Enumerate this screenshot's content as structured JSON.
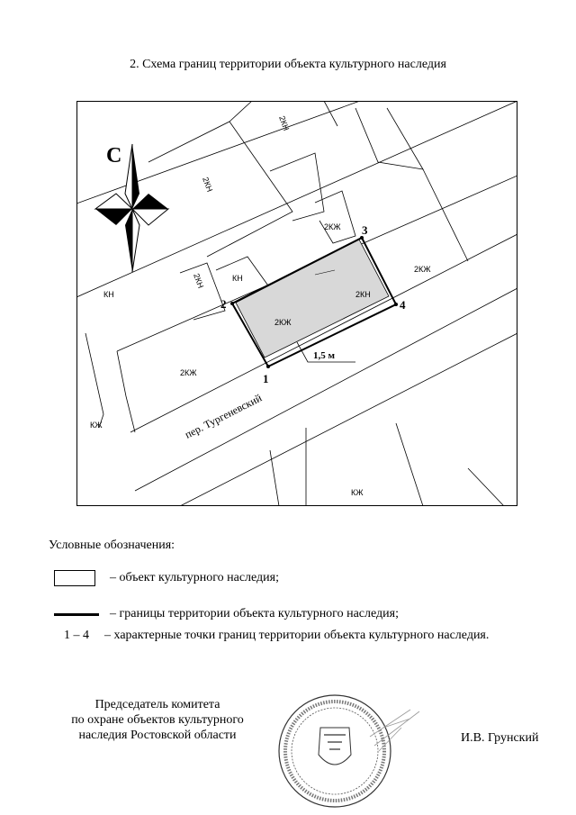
{
  "document": {
    "title": "2. Схема границ территории объекта культурного наследия"
  },
  "map": {
    "north_label": "С",
    "street_label": "пер. Тургеневский",
    "scale_label": "1,5 м",
    "points": [
      "1",
      "2",
      "3",
      "4"
    ],
    "building_labels": [
      "2КН",
      "2КН",
      "2КЖ",
      "2КЖ",
      "2КЖ",
      "2КЖ",
      "2КН",
      "2КН",
      "КН",
      "КН",
      "КЖ",
      "КЖ"
    ],
    "object_fill": "#d8d8d8"
  },
  "legend": {
    "title": "Условные обозначения:",
    "items": [
      {
        "symbol": "box",
        "text": "– объект культурного наследия;"
      },
      {
        "symbol": "line",
        "text": "– границы территории объекта культурного наследия;"
      },
      {
        "symbol": "1 – 4",
        "text": "– характерные точки границ территории объекта культурного наследия."
      }
    ]
  },
  "signature": {
    "position_line1": "Председатель комитета",
    "position_line2": "по охране объектов культурного",
    "position_line3": "наследия Ростовской области",
    "name": "И.В. Грунский",
    "seal_text": "Комитет по охране объектов культурного наследия Ростовской области"
  }
}
